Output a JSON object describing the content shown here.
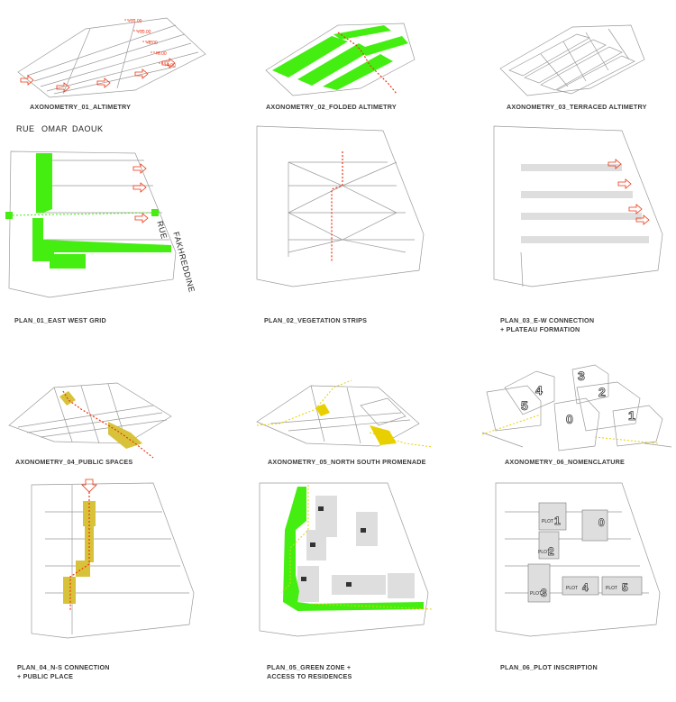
{
  "panels": [
    {
      "caption": "AXONOMETRY_01_ALTIMETRY",
      "levels": [
        "+12.00",
        "+10.00",
        "+8.00",
        "+6.00",
        "+4.00"
      ]
    },
    {
      "caption": "AXONOMETRY_02_FOLDED ALTIMETRY"
    },
    {
      "caption": "AXONOMETRY_03_TERRACED ALTIMETRY"
    },
    {
      "caption": "PLAN_01_EAST WEST GRID",
      "streets": [
        "RUE",
        "OMAR",
        "DAOUK",
        "RUE",
        "FAKHREDDINE"
      ]
    },
    {
      "caption": "PLAN_02_VEGETATION STRIPS"
    },
    {
      "caption": "PLAN_03_E-W CONNECTION",
      "caption2": "+ PLATEAU FORMATION"
    },
    {
      "caption": "AXONOMETRY_04_PUBLIC SPACES"
    },
    {
      "caption": "AXONOMETRY_05_NORTH SOUTH PROMENADE"
    },
    {
      "caption": "AXONOMETRY_06_NOMENCLATURE",
      "numbers": [
        "3",
        "4",
        "2",
        "5",
        "0",
        "1"
      ]
    },
    {
      "caption": "PLAN_04_N-S CONNECTION",
      "caption2": "+ PUBLIC PLACE"
    },
    {
      "caption": "PLAN_05_GREEN ZONE +",
      "caption2": "ACCESS TO RESIDENCES"
    },
    {
      "caption": "PLAN_06_PLOT INSCRIPTION",
      "plots": [
        {
          "label": "PLOT",
          "number": "1"
        },
        {
          "label": "PLOT",
          "number": "2"
        },
        {
          "label": "PLOT",
          "number": "3"
        },
        {
          "label": "PLOT",
          "number": "4"
        },
        {
          "label": "PLOT",
          "number": "5"
        },
        {
          "label": "",
          "number": "0"
        }
      ]
    }
  ],
  "colors": {
    "green": "#44ee11",
    "red": "#ee3311",
    "yellow": "#e8d000",
    "ochre": "#d8c23a",
    "line": "#9a9a9a",
    "block": "#dedede"
  }
}
